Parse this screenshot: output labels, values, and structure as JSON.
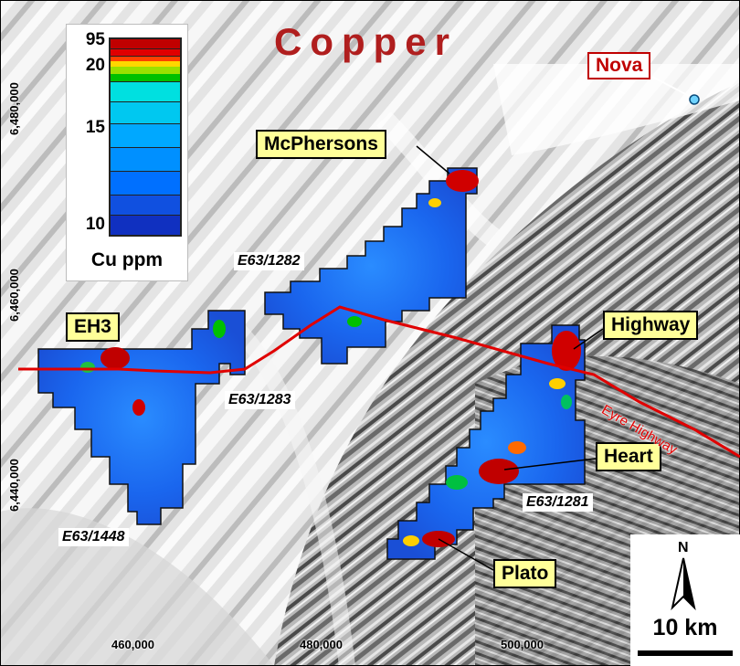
{
  "map": {
    "title": "Copper",
    "title_color": "#b01e1e",
    "legend": {
      "ticks": [
        "95",
        "20",
        "15",
        "10"
      ],
      "units": "Cu ppm",
      "color_ramp": [
        "#c00000",
        "#ff4000",
        "#ffd700",
        "#00c000",
        "#00e0e0",
        "#00b0ff",
        "#0070ff",
        "#1030c0"
      ]
    },
    "callouts": {
      "mcphersons": "McPhersons",
      "eh3": "EH3",
      "highway": "Highway",
      "heart": "Heart",
      "plato": "Plato"
    },
    "nova": {
      "label": "Nova",
      "color": "#c00000"
    },
    "tenements": {
      "t1282": "E63/1282",
      "t1283": "E63/1283",
      "t1448": "E63/1448",
      "t1281": "E63/1281"
    },
    "road": {
      "label": "Eyre Highway",
      "color": "#e00000"
    },
    "north_arrow": "N",
    "scale_bar": "10 km",
    "eastings": [
      "460,000",
      "480,000",
      "500,000"
    ],
    "northings": [
      "6,480,000",
      "6,460,000",
      "6,440,000"
    ]
  }
}
